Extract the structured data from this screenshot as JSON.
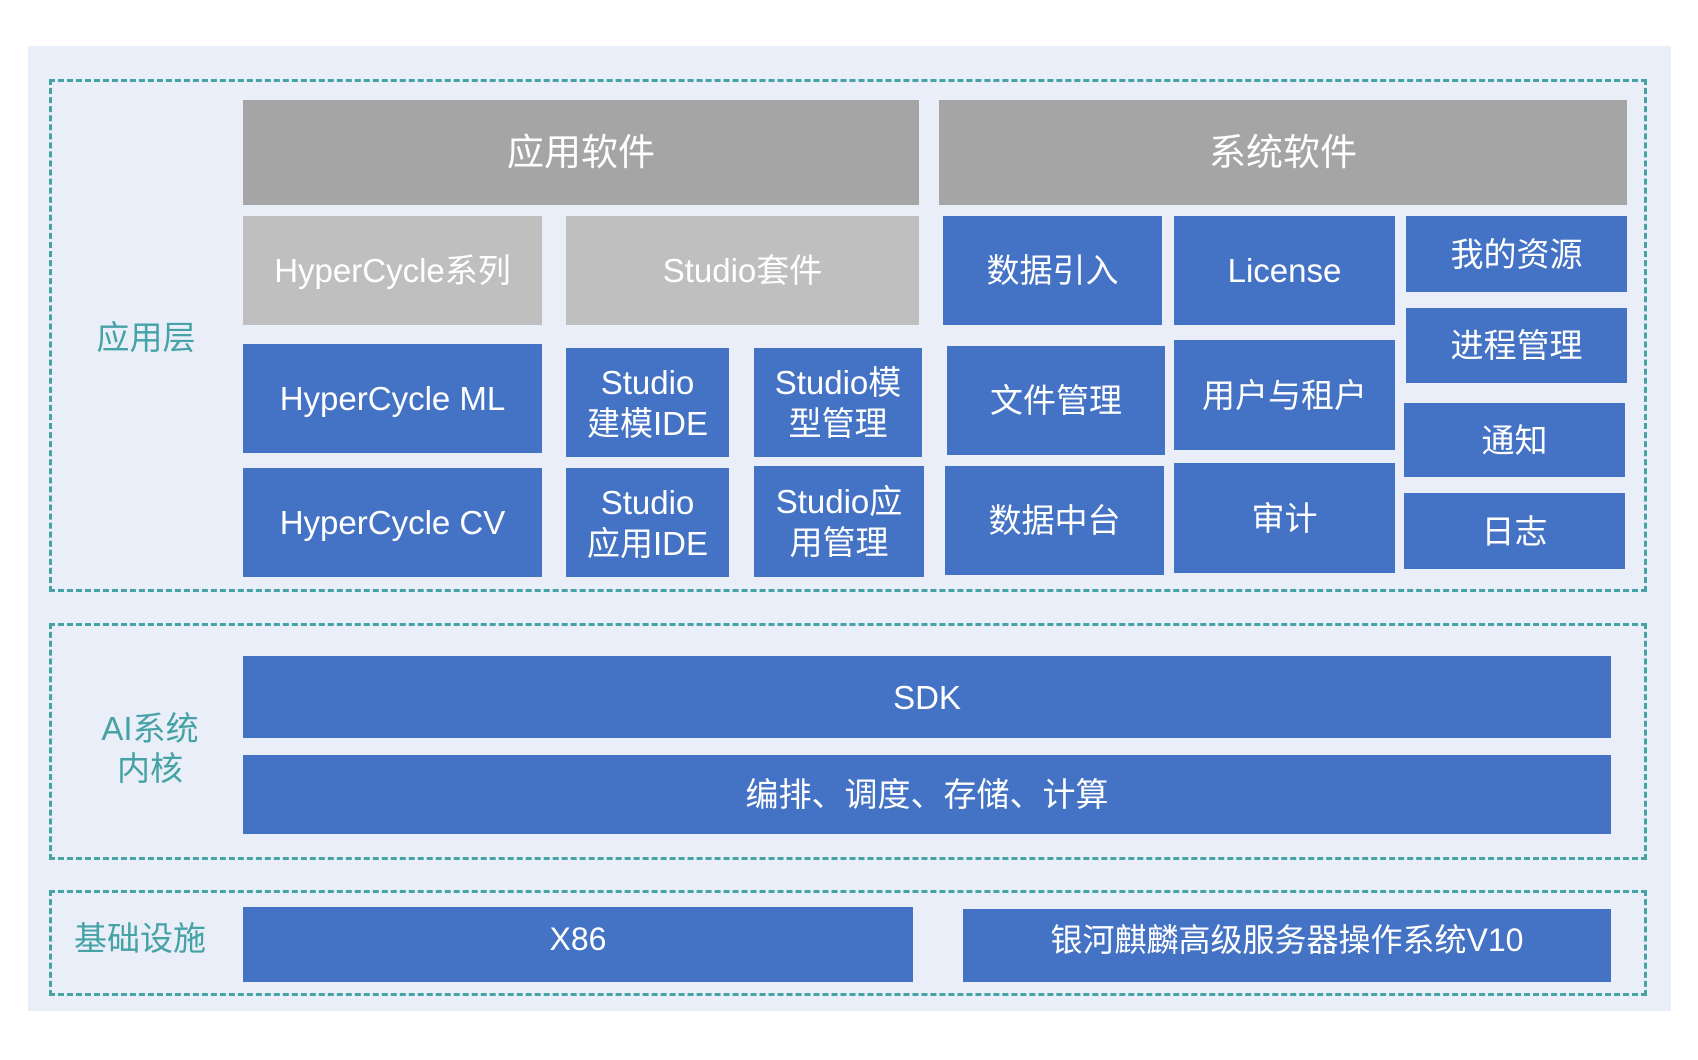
{
  "layers": {
    "application": {
      "label": "应用层",
      "app_software": {
        "title": "应用软件",
        "hypercycle": {
          "title": "HyperCycle系列",
          "ml": "HyperCycle ML",
          "cv": "HyperCycle CV"
        },
        "studio": {
          "title": "Studio套件",
          "modeling_ide": [
            "Studio",
            "建模IDE"
          ],
          "model_mgmt": [
            "Studio模",
            "型管理"
          ],
          "app_ide": [
            "Studio",
            "应用IDE"
          ],
          "app_mgmt": [
            "Studio应",
            "用管理"
          ]
        }
      },
      "system_software": {
        "title": "系统软件",
        "data_import": "数据引入",
        "license": "License",
        "my_resources": "我的资源",
        "process_mgmt": "进程管理",
        "file_mgmt": "文件管理",
        "user_tenant": "用户与租户",
        "notification": "通知",
        "data_platform": "数据中台",
        "audit": "审计",
        "log": "日志"
      }
    },
    "ai_kernel": {
      "label": [
        "AI系统",
        "内核"
      ],
      "sdk": "SDK",
      "services": "编排、调度、存储、计算"
    },
    "infrastructure": {
      "label": "基础设施",
      "hardware": "X86",
      "os": "银河麒麟高级服务器操作系统V10"
    }
  },
  "colors": {
    "panel_background": "#e9eef8",
    "dashed_border": "#45a2a5",
    "label_text": "#45a2a5",
    "header_gray": "#a5a5a5",
    "subheader_gray": "#bfbfbf",
    "box_blue": "#4472c4"
  }
}
